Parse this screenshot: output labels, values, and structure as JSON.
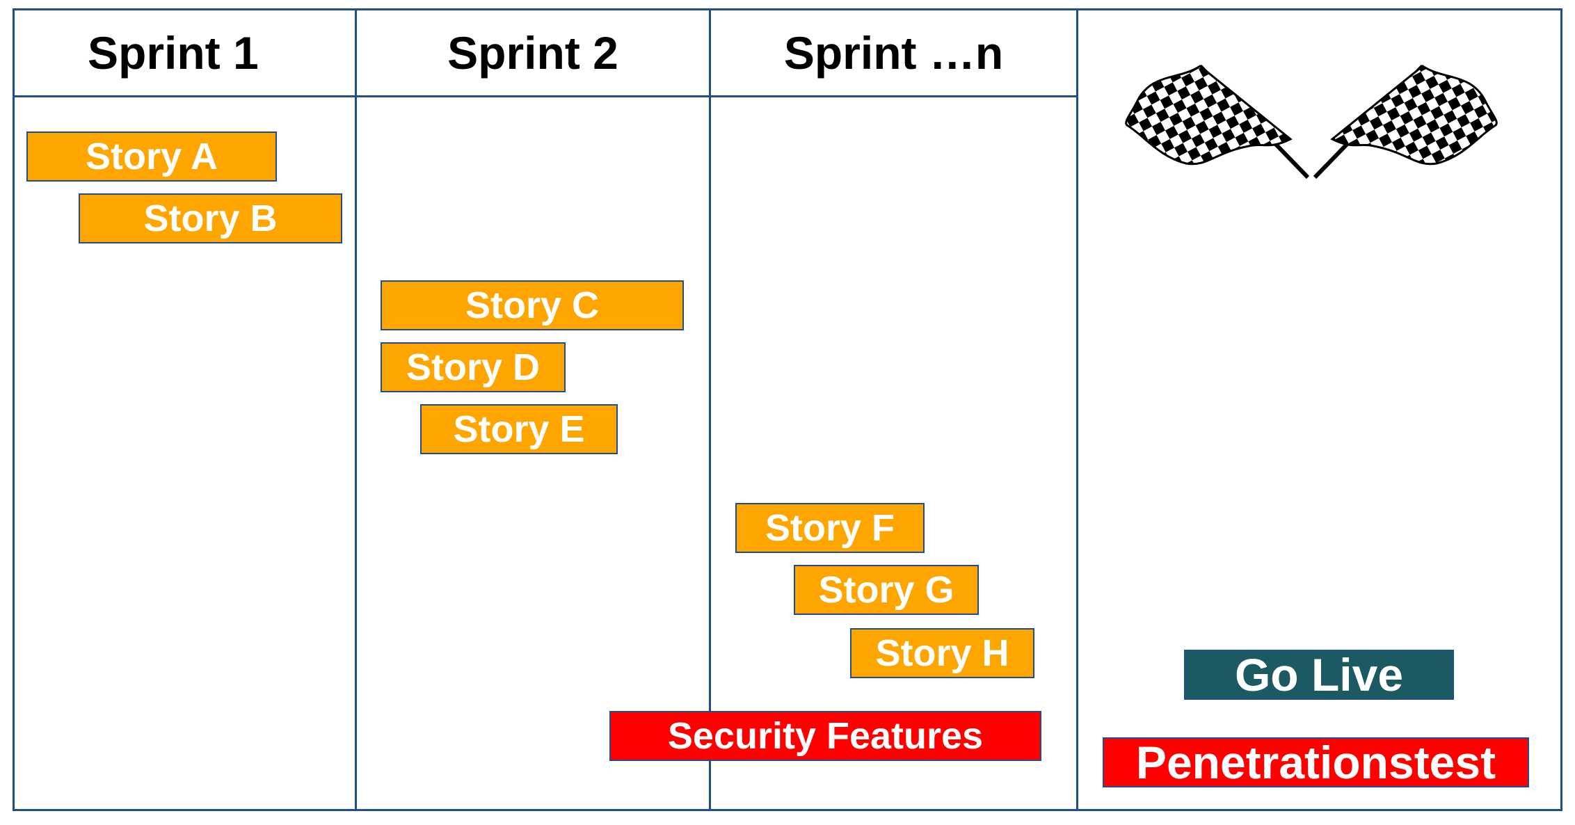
{
  "sprints": [
    {
      "label": "Sprint 1"
    },
    {
      "label": "Sprint 2"
    },
    {
      "label": "Sprint …n"
    }
  ],
  "stories": {
    "a": "Story A",
    "b": "Story B",
    "c": "Story C",
    "d": "Story D",
    "e": "Story E",
    "f": "Story F",
    "g": "Story G",
    "h": "Story H"
  },
  "security": "Security Features",
  "go_live": "Go Live",
  "pentest": "Penetrationstest",
  "colors": {
    "border": "#1f4e8c",
    "story": "#ffa500",
    "security": "#ff0000",
    "go_live": "#1c5a63"
  },
  "icon": "checkered-flags-icon"
}
